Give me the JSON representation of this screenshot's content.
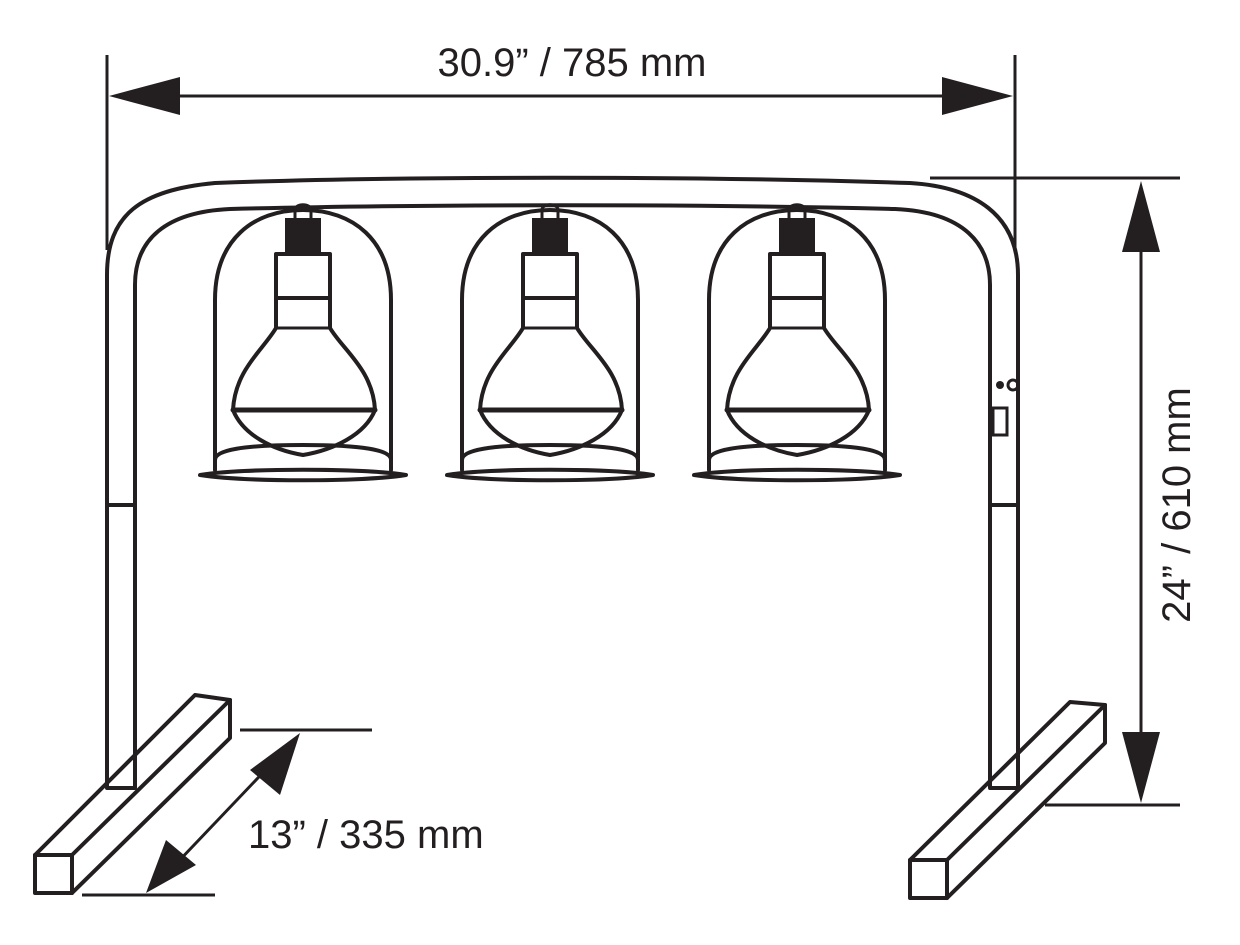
{
  "title": "Triple bulb heat lamp dimensions",
  "dimensions": {
    "width": "30.9” / 785 mm",
    "height": "24” / 610 mm",
    "depth": "13” / 335 mm"
  },
  "bulb_count": 3,
  "colors": {
    "line": "#231f20",
    "background": "#ffffff"
  }
}
